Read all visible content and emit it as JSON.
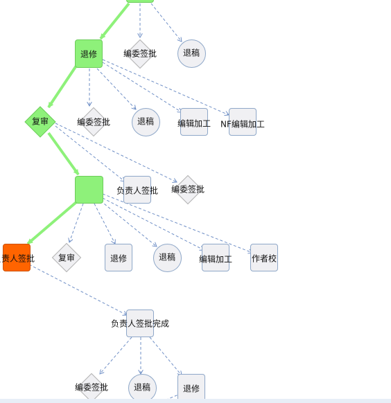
{
  "nodes": {
    "n_top": "",
    "n_tuixiu1": "退修",
    "n_bwqp1": "编委签批",
    "n_tuigao1": "退稿",
    "n_fushen1": "复审",
    "n_bwqp2": "编委签批",
    "n_tuigao2": "退稿",
    "n_bjjg1": "编辑加工",
    "n_nfbjjg": "NF编辑加工",
    "n_green2": "",
    "n_fzrqp1": "负责人签批",
    "n_bwqp3": "编委签批",
    "n_fzrqp_cur": "负责人签批",
    "n_fushen2": "复审",
    "n_tuixiu2": "退修",
    "n_tuigao3": "退稿",
    "n_bjjg2": "编辑加工",
    "n_zzj": "作者校",
    "n_fzrqpwc": "负责人签批完成",
    "n_bwqp4": "编委签批",
    "n_tuigao4": "退稿",
    "n_tuixiu3": "退修"
  },
  "colors": {
    "active_fill": "#8ef17a",
    "current_fill": "#ff6400",
    "inactive_fill": "#f0f0f3",
    "path_edge": "#8ef17a",
    "option_edge": "#6f8fc6"
  }
}
